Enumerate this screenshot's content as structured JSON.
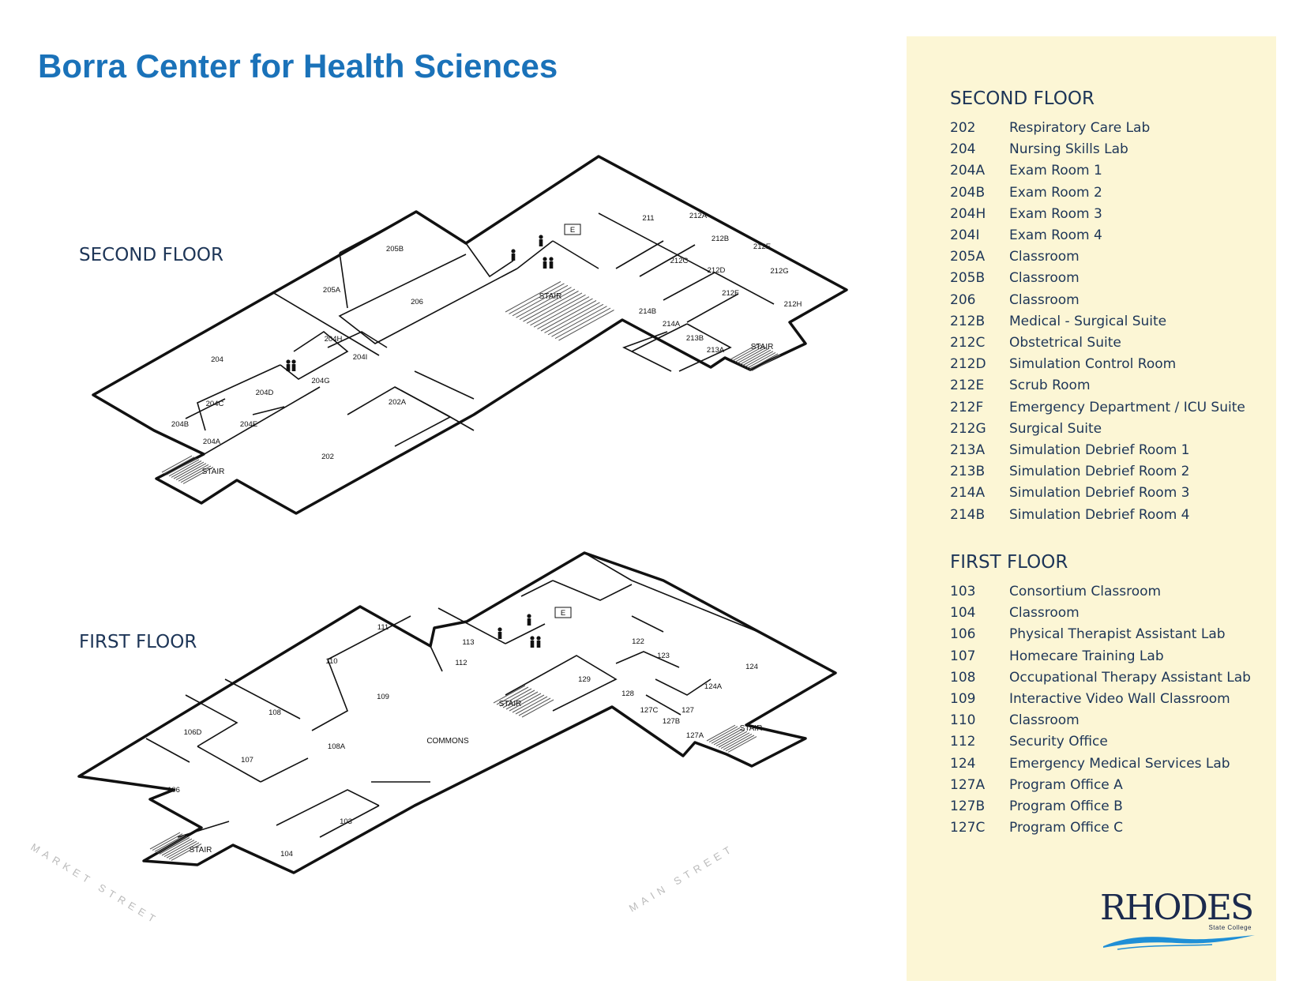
{
  "title": "Borra Center for Health Sciences",
  "colors": {
    "title_blue": "#1a72b9",
    "heading_navy": "#1d3557",
    "legend_bg": "#fcf6d5",
    "wall": "#111111",
    "street": "#bbbbbb",
    "logo_navy": "#1b2a4e",
    "logo_blue": "#1f8fd6"
  },
  "map": {
    "second_floor_label": "SECOND FLOOR",
    "first_floor_label": "FIRST FLOOR",
    "streets": [
      "MARKET STREET",
      "MAIN STREET"
    ],
    "second_floor_rooms": [
      "205B",
      "205A",
      "206",
      "204H",
      "204I",
      "204",
      "204G",
      "204D",
      "204C",
      "204E",
      "204B",
      "204A",
      "202A",
      "202",
      "STAIR",
      "STAIR",
      "STAIR",
      "E",
      "211",
      "212A",
      "212B",
      "212E",
      "212C",
      "212D",
      "212G",
      "212F",
      "212H",
      "214B",
      "214A",
      "213B",
      "213A"
    ],
    "first_floor_rooms": [
      "111",
      "110",
      "113",
      "112",
      "109",
      "108",
      "106D",
      "107",
      "108A",
      "106",
      "COMMONS",
      "103",
      "104",
      "STAIR",
      "STAIR",
      "STAIR",
      "E",
      "122",
      "123",
      "124",
      "129",
      "124A",
      "128",
      "127C",
      "127",
      "127B",
      "127A"
    ]
  },
  "legend": {
    "second_floor": {
      "title": "SECOND FLOOR",
      "rooms": [
        {
          "num": "202",
          "name": "Respiratory Care Lab"
        },
        {
          "num": "204",
          "name": "Nursing Skills Lab"
        },
        {
          "num": "204A",
          "name": "Exam Room 1"
        },
        {
          "num": "204B",
          "name": "Exam Room 2"
        },
        {
          "num": "204H",
          "name": "Exam Room 3"
        },
        {
          "num": "204I",
          "name": "Exam Room 4"
        },
        {
          "num": "205A",
          "name": "Classroom"
        },
        {
          "num": "205B",
          "name": "Classroom"
        },
        {
          "num": "206",
          "name": "Classroom"
        },
        {
          "num": "212B",
          "name": "Medical - Surgical Suite"
        },
        {
          "num": "212C",
          "name": "Obstetrical Suite"
        },
        {
          "num": "212D",
          "name": "Simulation Control Room"
        },
        {
          "num": "212E",
          "name": "Scrub Room"
        },
        {
          "num": "212F",
          "name": "Emergency Department / ICU Suite"
        },
        {
          "num": "212G",
          "name": "Surgical Suite"
        },
        {
          "num": "213A",
          "name": "Simulation Debrief Room 1"
        },
        {
          "num": "213B",
          "name": "Simulation Debrief Room 2"
        },
        {
          "num": "214A",
          "name": "Simulation Debrief Room 3"
        },
        {
          "num": "214B",
          "name": "Simulation Debrief Room 4"
        }
      ]
    },
    "first_floor": {
      "title": "FIRST FLOOR",
      "rooms": [
        {
          "num": "103",
          "name": "Consortium Classroom"
        },
        {
          "num": "104",
          "name": "Classroom"
        },
        {
          "num": "106",
          "name": "Physical Therapist Assistant Lab"
        },
        {
          "num": "107",
          "name": "Homecare Training Lab"
        },
        {
          "num": "108",
          "name": "Occupational Therapy Assistant Lab"
        },
        {
          "num": "109",
          "name": "Interactive Video Wall Classroom"
        },
        {
          "num": "110",
          "name": "Classroom"
        },
        {
          "num": "112",
          "name": "Security Office"
        },
        {
          "num": "124",
          "name": "Emergency Medical Services Lab"
        },
        {
          "num": "127A",
          "name": "Program Office A"
        },
        {
          "num": "127B",
          "name": "Program Office B"
        },
        {
          "num": "127C",
          "name": "Program Office C"
        }
      ]
    }
  },
  "logo": {
    "text": "RHODES",
    "subtitle": "State College",
    "icon": "water-swoosh-icon"
  }
}
